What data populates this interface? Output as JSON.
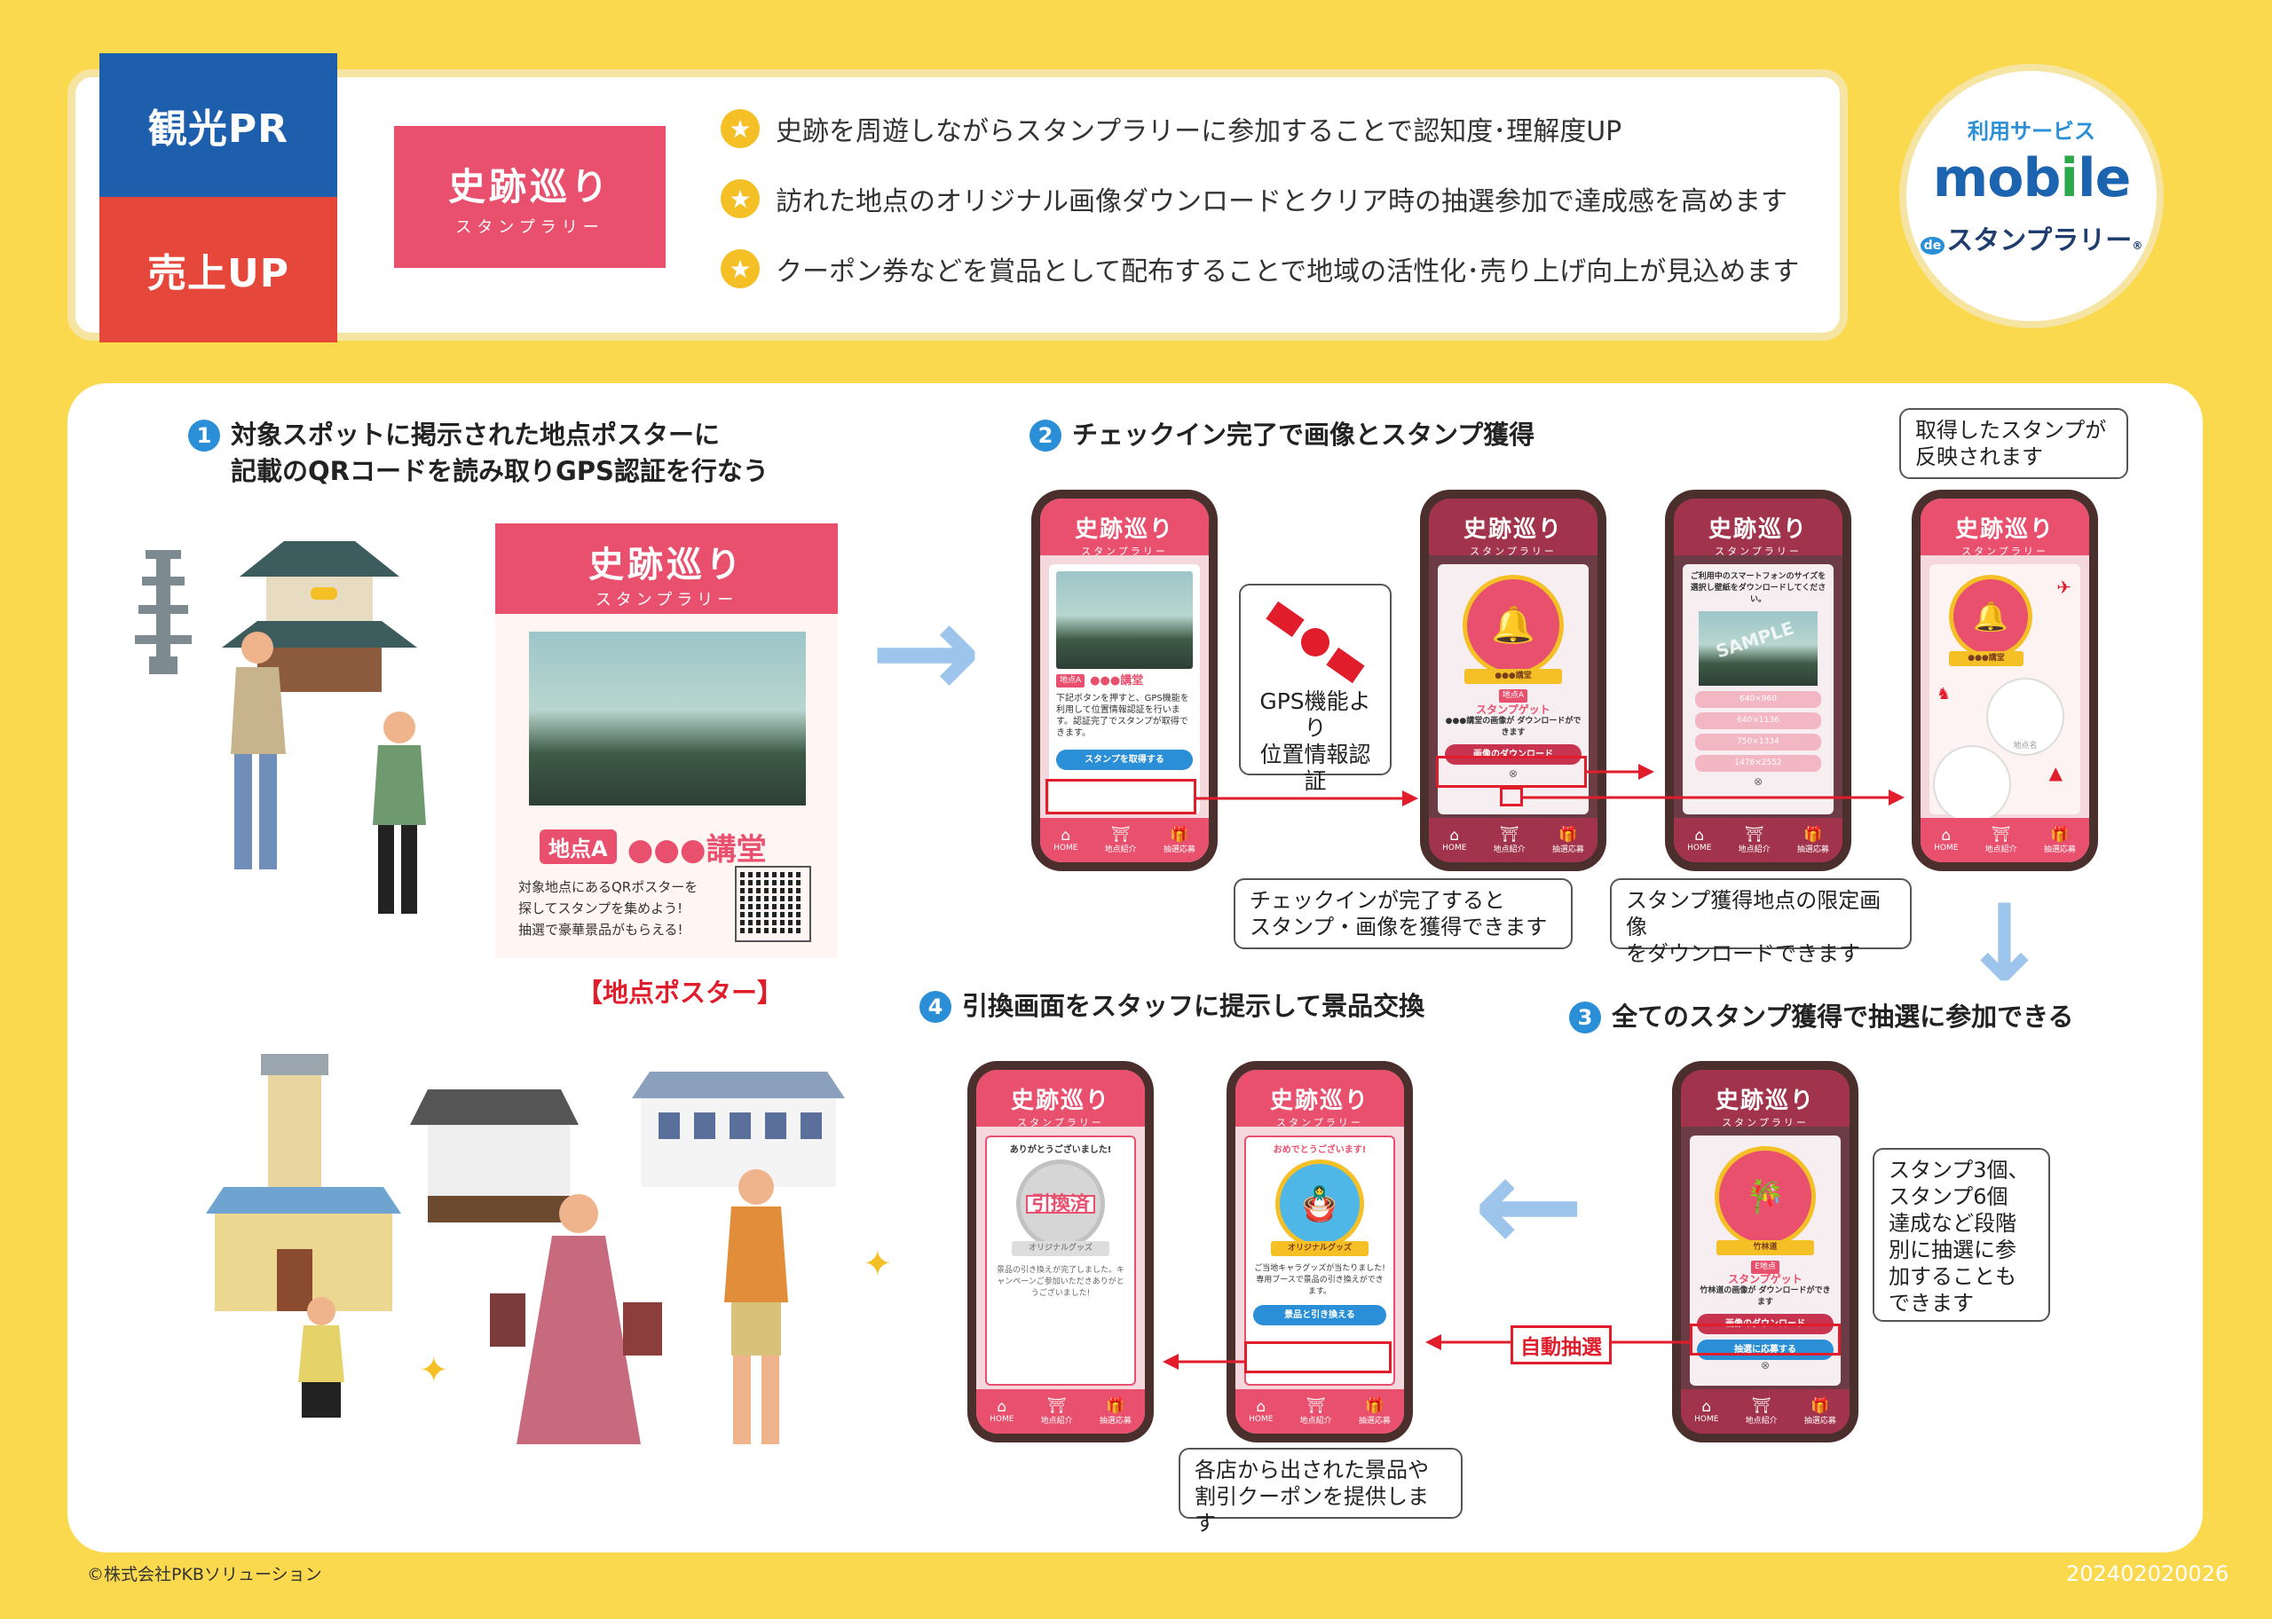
{
  "header": {
    "tag_top": "観光PR",
    "tag_bottom": "売上UP",
    "logo_main": "史跡巡り",
    "logo_sub": "スタンプラリー",
    "features": [
      "史跡を周遊しながらスタンプラリーに参加することで認知度･理解度UP",
      "訪れた地点のオリジナル画像ダウンロードとクリア時の抽選参加で達成感を高めます",
      "クーポン券などを賞品として配布することで地域の活性化･売り上げ向上が見込めます"
    ],
    "service_label": "利用サービス",
    "service_mobile_a": "mob",
    "service_mobile_i": "i",
    "service_mobile_b": "le",
    "service_de": "de",
    "service_stamp": "スタンプラリー",
    "service_reg": "®"
  },
  "step1": {
    "num": "1",
    "title_line1": "対象スポットに掲示された地点ポスターに",
    "title_line2": "記載のQRコードを読み取りGPS認証を行なう",
    "poster_title": "史跡巡り",
    "poster_sub": "スタンプラリー",
    "poster_loc_tag": "地点A",
    "poster_loc_name": "●●●講堂",
    "poster_text_1": "対象地点にあるQRポスターを",
    "poster_text_2": "探してスタンプを集めよう!",
    "poster_text_3": "抽選で豪華景品がもらえる!",
    "poster_caption": "【地点ポスター】"
  },
  "step2": {
    "num": "2",
    "title": "チェックイン完了で画像とスタンプ獲得",
    "gps_line1": "GPS機能より",
    "gps_line2": "位置情報認証",
    "callout_checkin_1": "チェックインが完了すると",
    "callout_checkin_2": "スタンプ・画像を獲得できます",
    "callout_download_1": "スタンプ獲得地点の限定画像",
    "callout_download_2": "をダウンロードできます",
    "callout_reflect_1": "取得したスタンプが",
    "callout_reflect_2": "反映されます"
  },
  "step3": {
    "num": "3",
    "title": "全てのスタンプ獲得で抽選に参加できる",
    "callout_lines": [
      "スタンプ3個、",
      "スタンプ6個",
      "達成など段階",
      "別に抽選に参",
      "加することも",
      "できます"
    ],
    "auto_lottery": "自動抽選"
  },
  "step4": {
    "num": "4",
    "title": "引換画面をスタッフに提示して景品交換",
    "callout_1": "各店から出された景品や",
    "callout_2": "割引クーポンを提供します"
  },
  "phone": {
    "title": "史跡巡り",
    "sub": "スタンプラリー",
    "nav": [
      {
        "icon": "⌂",
        "label": "HOME"
      },
      {
        "icon": "⛩",
        "label": "地点紹介"
      },
      {
        "icon": "🎁",
        "label": "抽選応募"
      }
    ],
    "p1_loc_tag": "地点A",
    "p1_loc_name": "●●●講堂",
    "p1_text": "下記ボタンを押すと、GPS機能を利用して位置情報認証を行います。認証完了でスタンプが取得できます。",
    "p1_button": "スタンプを取得する",
    "p2_ribbon": "●●●講堂",
    "p2_tag": "地点A",
    "p2_get": "スタンプゲット",
    "p2_text": "●●●講堂の画像が ダウンロードができます",
    "p2_button": "画像のダウンロード",
    "p3_text": "ご利用中のスマートフォンのサイズを選択し壁紙をダウンロードしてください。",
    "p3_sample": "SAMPLE",
    "p3_sizes": [
      "640×960",
      "640×1136",
      "750×1334",
      "1478×2552"
    ],
    "p4_ribbon": "●●●講堂",
    "p4_placeholder": "地点名",
    "p5_ribbon": "竹林道",
    "p5_tag": "E地点",
    "p5_get": "スタンプゲット",
    "p5_text": "竹林道の画像が ダウンロードができます",
    "p5_button_dl": "画像のダウンロード",
    "p5_button_apply": "抽選に応募する",
    "p6_heading": "おめでとうございます!",
    "p6_ribbon": "オリジナルグッズ",
    "p6_text": "ご当地キャラグッズが当たりました!専用ブースで景品の引き換えができます。",
    "p6_button": "景品と引き換える",
    "p7_heading": "ありがとうございました!",
    "p7_stamp": "引換済",
    "p7_ribbon": "オリジナルグッズ",
    "p7_text": "景品の引き換えが完了しました。キャンペーンご参加いただきありがとうございました!"
  },
  "footer": {
    "copyright": "©株式会社PKBソリューション",
    "code": "202402020026"
  },
  "colors": {
    "background": "#fbd94e",
    "brand_pink": "#e8506e",
    "accent_blue": "#2a8fd6",
    "tag_blue": "#1d5fad",
    "tag_red": "#e5473a",
    "highlight_red": "#e11d2b"
  }
}
